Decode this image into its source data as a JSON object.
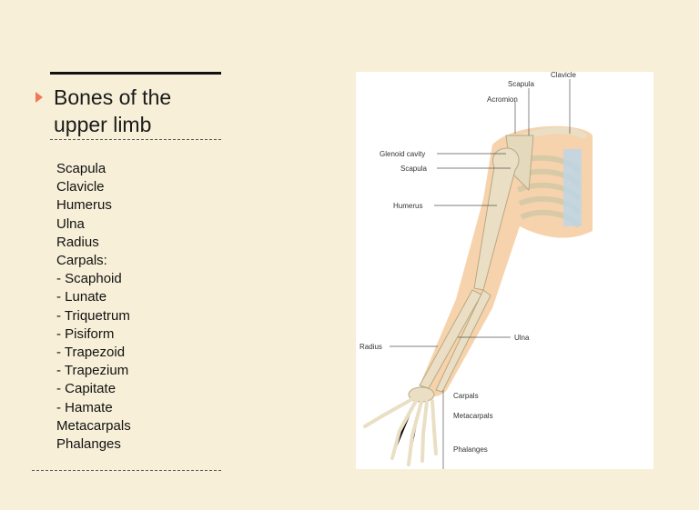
{
  "slide": {
    "title": "Bones of the upper limb",
    "bones": [
      "Scapula",
      "Clavicle",
      "Humerus",
      "Ulna",
      "Radius",
      "Carpals:",
      "- Scaphoid",
      "- Lunate",
      "- Triquetrum",
      "- Pisiform",
      "- Trapezoid",
      "- Trapezium",
      "- Capitate",
      "- Hamate",
      "Metacarpals",
      "Phalanges"
    ]
  },
  "figure": {
    "labels": {
      "clavicle": "Clavicle",
      "scapula_top": "Scapula",
      "acromion": "Acromion",
      "glenoid": "Glenoid cavity",
      "scapula": "Scapula",
      "humerus": "Humerus",
      "radius": "Radius",
      "ulna": "Ulna",
      "carpals": "Carpals",
      "metacarpals": "Metacarpals",
      "phalanges": "Phalanges"
    },
    "colors": {
      "skin": "#f6d3ad",
      "bone": "#eadfc4",
      "cartilage": "#bcd6ea",
      "accent": "#ee7a5a"
    }
  }
}
